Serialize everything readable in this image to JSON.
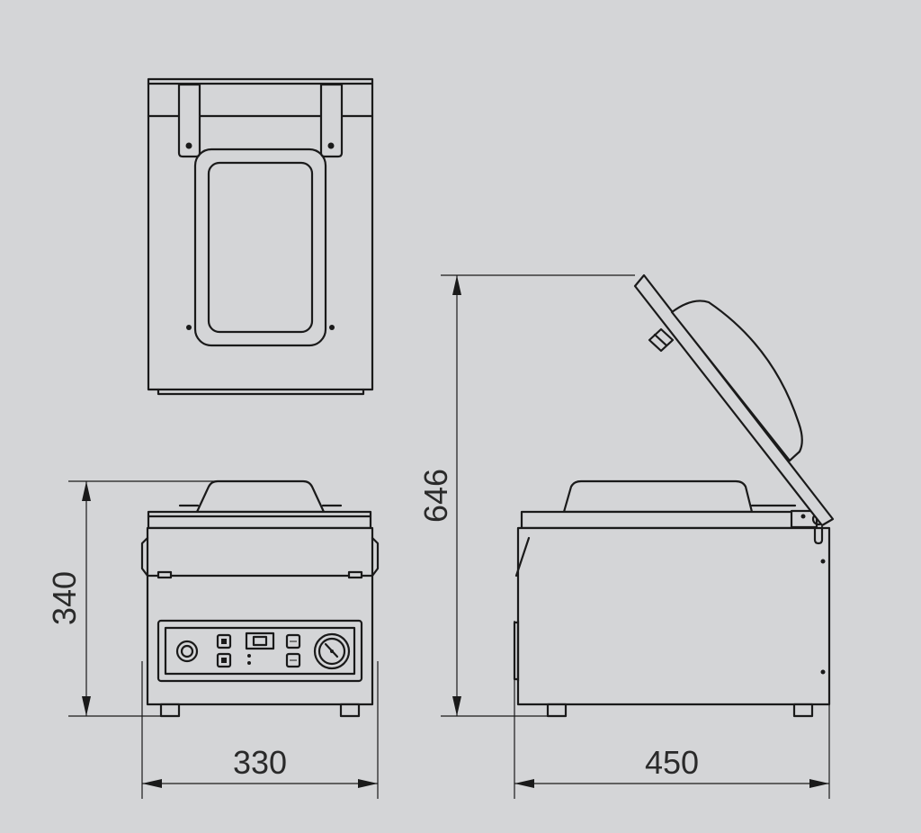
{
  "dimensions": {
    "width_front": "330",
    "depth_side": "450",
    "height_closed": "340",
    "height_open": "646"
  },
  "colors": {
    "background": "#d4d5d7",
    "line": "#1a1a1a"
  }
}
